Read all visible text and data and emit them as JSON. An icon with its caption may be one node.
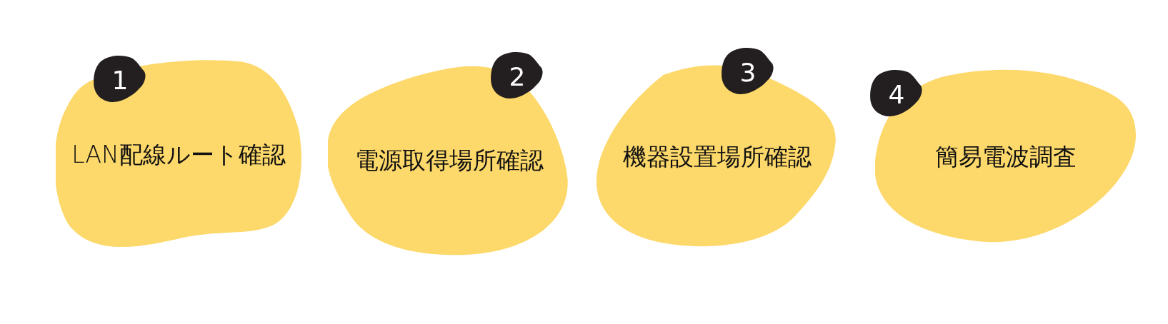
{
  "diagram": {
    "nodes": [
      {
        "text": [
          "LAN配線ルート確認"
        ]
      },
      {
        "text": [
          "1"
        ]
      },
      {
        "text": [
          "電源取得場所確認"
        ]
      },
      {
        "text": [
          "2"
        ]
      },
      {
        "text": [
          "機器設置場所確認"
        ]
      },
      {
        "text": [
          "3"
        ]
      },
      {
        "text": [
          "簡易電波調査"
        ]
      },
      {
        "text": [
          "4"
        ]
      }
    ]
  }
}
